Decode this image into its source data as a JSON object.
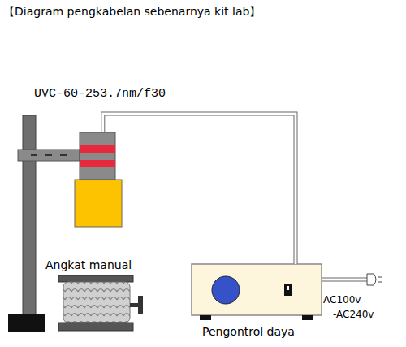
{
  "diagram": {
    "title": "【Diagram pengkabelan sebenarnya kit lab】",
    "nodes": [
      {
        "text": [
          "UVC-60-253.7nm/f30"
        ]
      },
      {
        "text": [
          "Pengontrol daya"
        ]
      }
    ],
    "edges": [
      {
        "from": 0,
        "to": 1,
        "arrow": "none"
      }
    ],
    "labels": [
      "Angkat manual",
      "AC100v",
      "-AC240v"
    ]
  }
}
